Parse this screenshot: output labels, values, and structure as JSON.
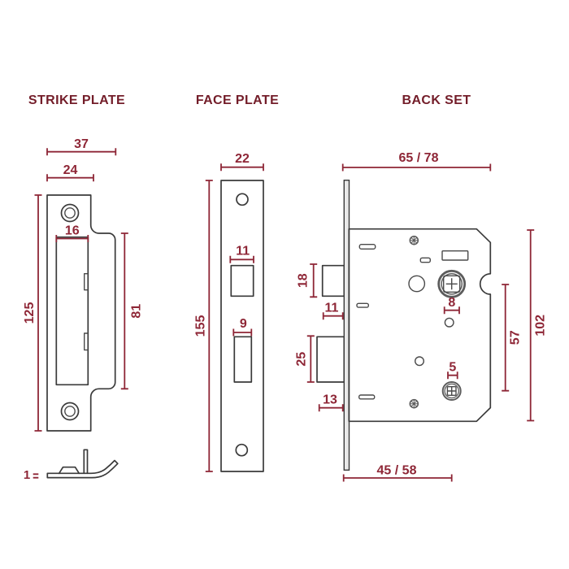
{
  "colors": {
    "background": "#ffffff",
    "outline": "#3a3a3a",
    "detail_gray": "#5c5c5c",
    "dimension": "#8e2636",
    "title": "#731d29"
  },
  "sections": {
    "strike_plate": {
      "title": "STRIKE PLATE",
      "dims": {
        "overall_width": "37",
        "plate_width": "24",
        "opening_width": "16",
        "height": "125",
        "lip_height": "81",
        "thickness": "1"
      }
    },
    "face_plate": {
      "title": "FACE PLATE",
      "dims": {
        "width": "22",
        "latch_opening": "11",
        "bolt_opening": "9",
        "height": "155"
      }
    },
    "back_set": {
      "title": "BACK SET",
      "dims": {
        "case_depth": "65 / 78",
        "latch_height": "18",
        "latch_protrusion": "11",
        "bolt_height": "25",
        "bolt_protrusion": "13",
        "spindle_hole": "8",
        "turn_hole": "5",
        "centres": "57",
        "case_height": "102",
        "backset": "45 / 58"
      }
    }
  }
}
